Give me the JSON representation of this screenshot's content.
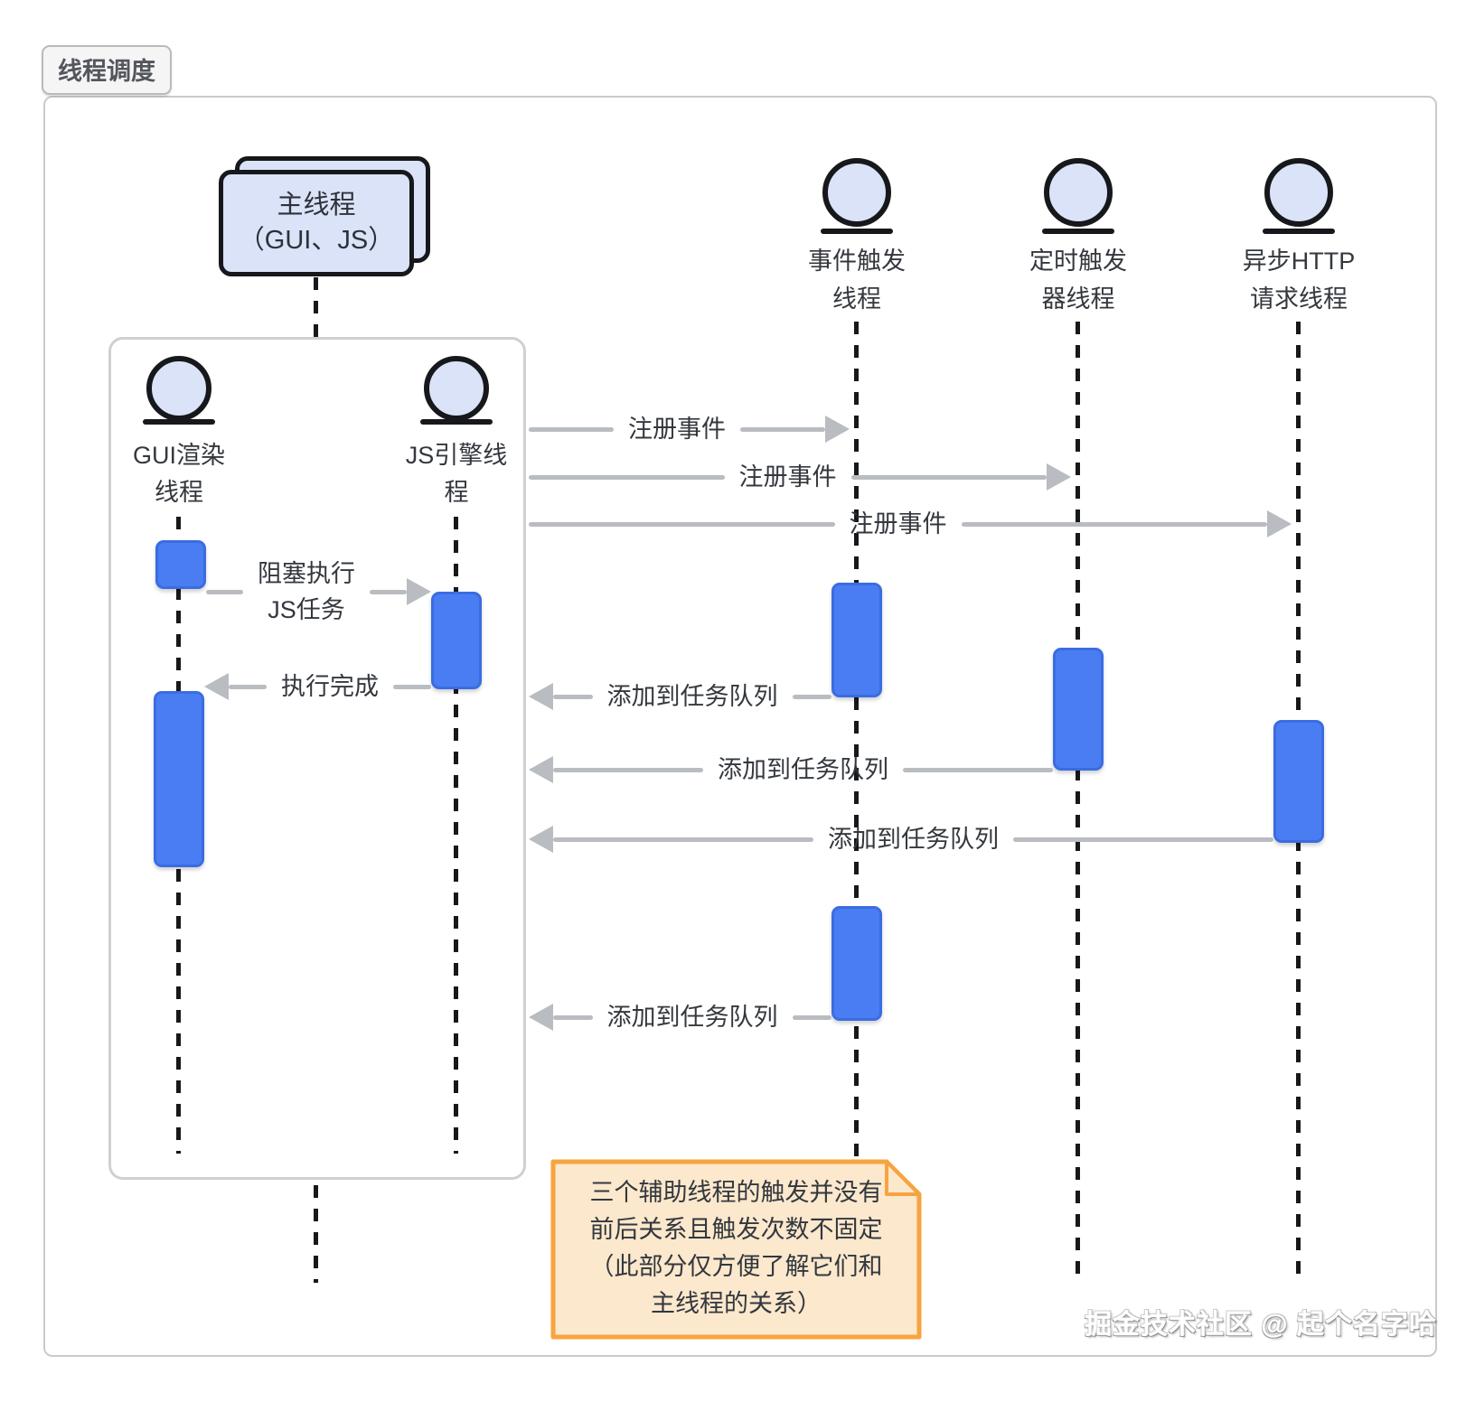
{
  "title": "线程调度",
  "participants": {
    "main_thread": {
      "line1": "主线程",
      "line2": "（GUI、JS）"
    },
    "gui_render": {
      "line1": "GUI渲染",
      "line2": "线程"
    },
    "js_engine": {
      "line1": "JS引擎线",
      "line2": "程"
    },
    "event_trigger": {
      "line1": "事件触发",
      "line2": "线程"
    },
    "timer_trigger": {
      "line1": "定时触发",
      "line2": "器线程"
    },
    "async_http": {
      "line1": "异步HTTP",
      "line2": "请求线程"
    }
  },
  "messages": {
    "register_event_1": "注册事件",
    "register_event_2": "注册事件",
    "register_event_3": "注册事件",
    "block_js_line1": "阻塞执行",
    "block_js_line2": "JS任务",
    "exec_done": "执行完成",
    "enqueue_1": "添加到任务队列",
    "enqueue_2": "添加到任务队列",
    "enqueue_3": "添加到任务队列",
    "enqueue_4": "添加到任务队列"
  },
  "note": {
    "line1": "三个辅助线程的触发并没有",
    "line2": "前后关系且触发次数不固定",
    "line3": "（此部分仅方便了解它们和",
    "line4": "主线程的关系）"
  },
  "watermark": "掘金技术社区 @ 起个名字哈",
  "colors": {
    "activation_fill": "#4a7cf2",
    "activation_border": "#3a6ce2",
    "actor_fill": "#dbe3f8",
    "outline_black": "#17181b",
    "arrow_gray": "#b9bcc0",
    "note_fill": "#fbe8cd",
    "note_border": "#f7a440"
  }
}
